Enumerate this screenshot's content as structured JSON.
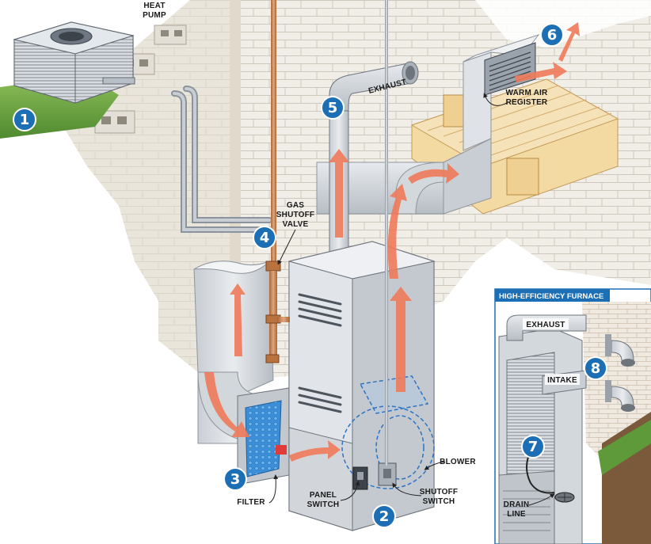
{
  "labels": {
    "heat_pump": [
      "HEAT",
      "PUMP"
    ],
    "gas_valve": [
      "GAS",
      "SHUTOFF",
      "VALVE"
    ],
    "exhaust": "EXHAUST",
    "warm_air_register": [
      "WARM AIR",
      "REGISTER"
    ],
    "filter": "FILTER",
    "panel_switch": [
      "PANEL",
      "SWITCH"
    ],
    "blower": "BLOWER",
    "shutoff_switch": [
      "SHUTOFF",
      "SWITCH"
    ],
    "drain_line": [
      "DRAIN",
      "LINE"
    ]
  },
  "inset": {
    "title": "HIGH-EFFICIENCY FURNACE",
    "exhaust": "EXHAUST",
    "intake": "INTAKE"
  },
  "callouts": [
    "1",
    "2",
    "3",
    "4",
    "5",
    "6",
    "7",
    "8"
  ],
  "colors": {
    "callout_blue": "#1d6fb5",
    "airflow_arrow": "#f07a5a",
    "copper_pipe": "#c98552",
    "inset_header": "#1d6fb5",
    "filter_blue": "#3a8fd8"
  }
}
